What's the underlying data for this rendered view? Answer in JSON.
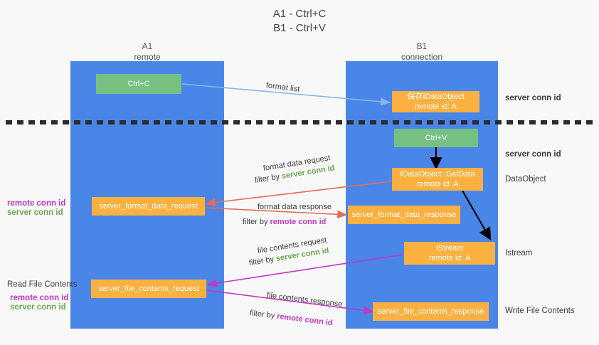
{
  "title": {
    "line1": "A1 - Ctrl+C",
    "line2": "B1 - Ctrl+V"
  },
  "columns": {
    "left": {
      "name": "A1",
      "subtitle": "remote"
    },
    "right": {
      "name": "B1",
      "subtitle": "connection"
    }
  },
  "boxes": {
    "ctrl_c": {
      "label": "Ctrl+C"
    },
    "save_idataobject": {
      "line1": "保存IDataObject",
      "line2": "remote id: A"
    },
    "ctrl_v": {
      "label": "Ctrl+V"
    },
    "getdata": {
      "line1": "IDataObject::GetData",
      "line2": "remote id: A"
    },
    "istream": {
      "line1": "IStream",
      "line2": "remote id: A"
    },
    "server_format_data_request": {
      "label": "server_format_data_request"
    },
    "server_format_data_response": {
      "label": "server_format_data_response"
    },
    "server_file_contents_request": {
      "label": "server_file_contents_request"
    },
    "server_file_contents_response": {
      "label": "server_file_contents_response"
    }
  },
  "arrow_labels": {
    "format_list": "format list",
    "format_data_request": "format data request",
    "format_data_request_filter_prefix": "filter by ",
    "format_data_request_filter_value": "server conn id",
    "format_data_response": "format data response",
    "format_data_response_filter_prefix": "filter by ",
    "format_data_response_filter_value": "remote conn id",
    "file_contents_request": "file contents request",
    "file_contents_request_filter_prefix": "filter by ",
    "file_contents_request_filter_value": "server conn id",
    "file_contents_response": "file contents response",
    "file_contents_response_filter_prefix": "filter by ",
    "file_contents_response_filter_value": "remote conn id"
  },
  "right_labels": {
    "server_conn_id_top": "server conn id",
    "server_conn_id_mid": "server conn id",
    "dataobject": "DataObject",
    "istream": "Istream",
    "write_file_contents": "Write File Contents"
  },
  "left_labels": {
    "format_remote": "remote conn id",
    "format_server": "server conn id",
    "read_file_contents": "Read File Contents",
    "file_remote": "remote conn id",
    "file_server": "server conn id"
  },
  "colors": {
    "column_blue": "#4a86e8",
    "box_green": "#76c182",
    "box_orange": "#fbb040",
    "arrow_light_blue": "#8ab4e8",
    "arrow_red": "#e8685a",
    "arrow_magenta": "#c337c3",
    "arrow_black": "#000000",
    "text_green": "#6aa84f",
    "text_purple": "#c337c3"
  }
}
